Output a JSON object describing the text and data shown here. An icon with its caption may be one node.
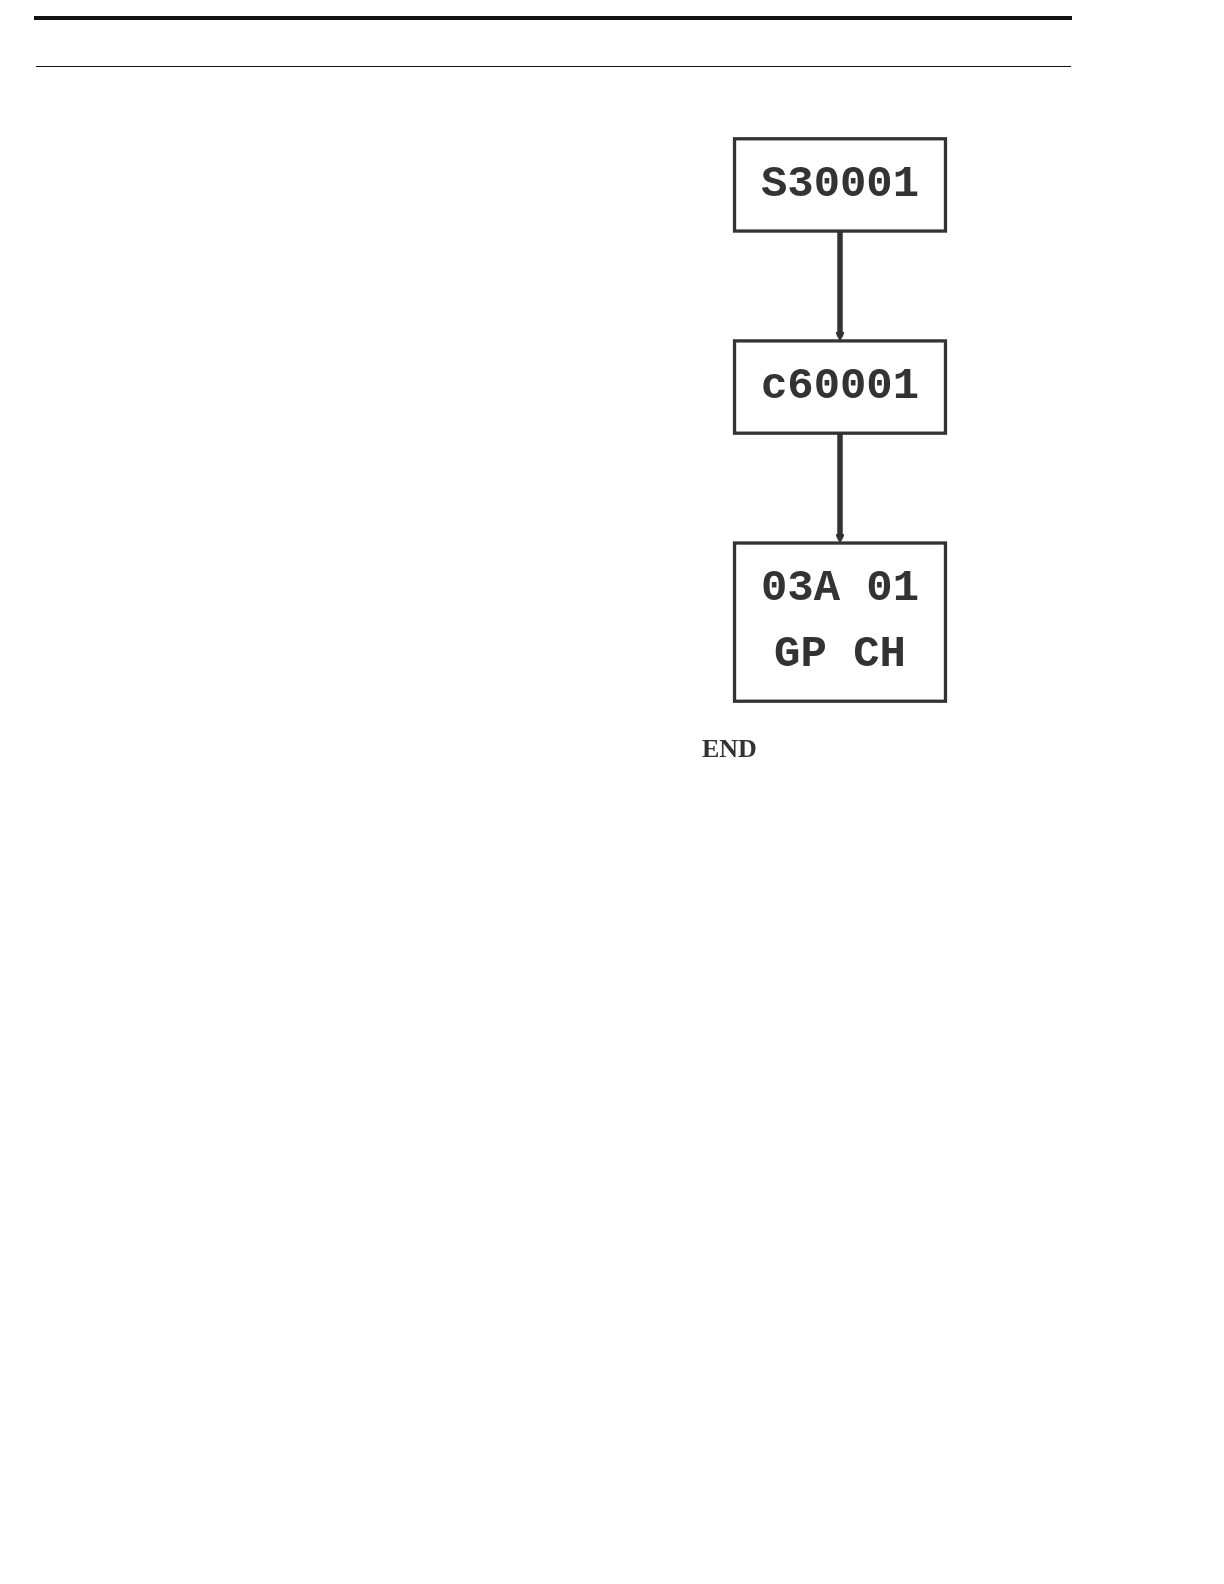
{
  "diagram": {
    "nodes": [
      {
        "text": [
          "S30001"
        ]
      },
      {
        "text": [
          "c60001"
        ]
      },
      {
        "text": [
          "03A 01",
          "GP CH"
        ]
      }
    ],
    "edges": [
      {
        "from": 0,
        "to": 1,
        "arrow": "to"
      },
      {
        "from": 1,
        "to": 2,
        "arrow": "to"
      }
    ],
    "labels": [
      "END"
    ]
  }
}
